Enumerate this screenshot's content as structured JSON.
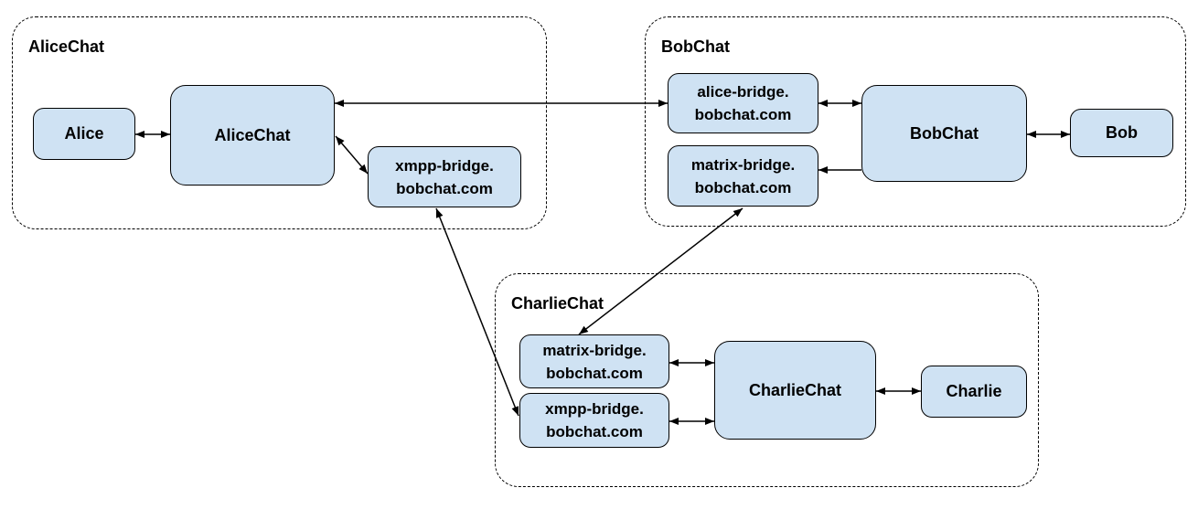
{
  "colors": {
    "node_fill": "#cfe2f3",
    "node_border": "#000000",
    "edge": "#000000",
    "group_border": "#000000",
    "background": "#ffffff",
    "text": "#000000"
  },
  "groups": {
    "alicechat": {
      "label": "AliceChat"
    },
    "bobchat": {
      "label": "BobChat"
    },
    "charliechat": {
      "label": "CharlieChat"
    }
  },
  "nodes": {
    "alice": {
      "label": "Alice"
    },
    "alicechat_server": {
      "label": "AliceChat"
    },
    "xmpp_bridge_alice": {
      "label": "xmpp-bridge.\nbobchat.com"
    },
    "alice_bridge_bob": {
      "label": "alice-bridge.\nbobchat.com"
    },
    "matrix_bridge_bob": {
      "label": "matrix-bridge.\nbobchat.com"
    },
    "bobchat_server": {
      "label": "BobChat"
    },
    "bob": {
      "label": "Bob"
    },
    "matrix_bridge_charlie": {
      "label": "matrix-bridge.\nbobchat.com"
    },
    "xmpp_bridge_charlie": {
      "label": "xmpp-bridge.\nbobchat.com"
    },
    "charliechat_server": {
      "label": "CharlieChat"
    },
    "charlie": {
      "label": "Charlie"
    }
  },
  "edges": [
    {
      "from": "alice",
      "to": "alicechat_server",
      "direction": "both"
    },
    {
      "from": "alicechat_server",
      "to": "alice_bridge_bob",
      "direction": "both"
    },
    {
      "from": "alicechat_server",
      "to": "xmpp_bridge_alice",
      "direction": "both"
    },
    {
      "from": "xmpp_bridge_alice",
      "to": "xmpp_bridge_charlie",
      "direction": "both"
    },
    {
      "from": "alice_bridge_bob",
      "to": "bobchat_server",
      "direction": "both"
    },
    {
      "from": "bobchat_server",
      "to": "matrix_bridge_bob",
      "direction": "to"
    },
    {
      "from": "bobchat_server",
      "to": "bob",
      "direction": "both"
    },
    {
      "from": "matrix_bridge_bob",
      "to": "matrix_bridge_charlie",
      "direction": "both"
    },
    {
      "from": "matrix_bridge_charlie",
      "to": "charliechat_server",
      "direction": "both"
    },
    {
      "from": "xmpp_bridge_charlie",
      "to": "charliechat_server",
      "direction": "both"
    },
    {
      "from": "charliechat_server",
      "to": "charlie",
      "direction": "both"
    }
  ]
}
